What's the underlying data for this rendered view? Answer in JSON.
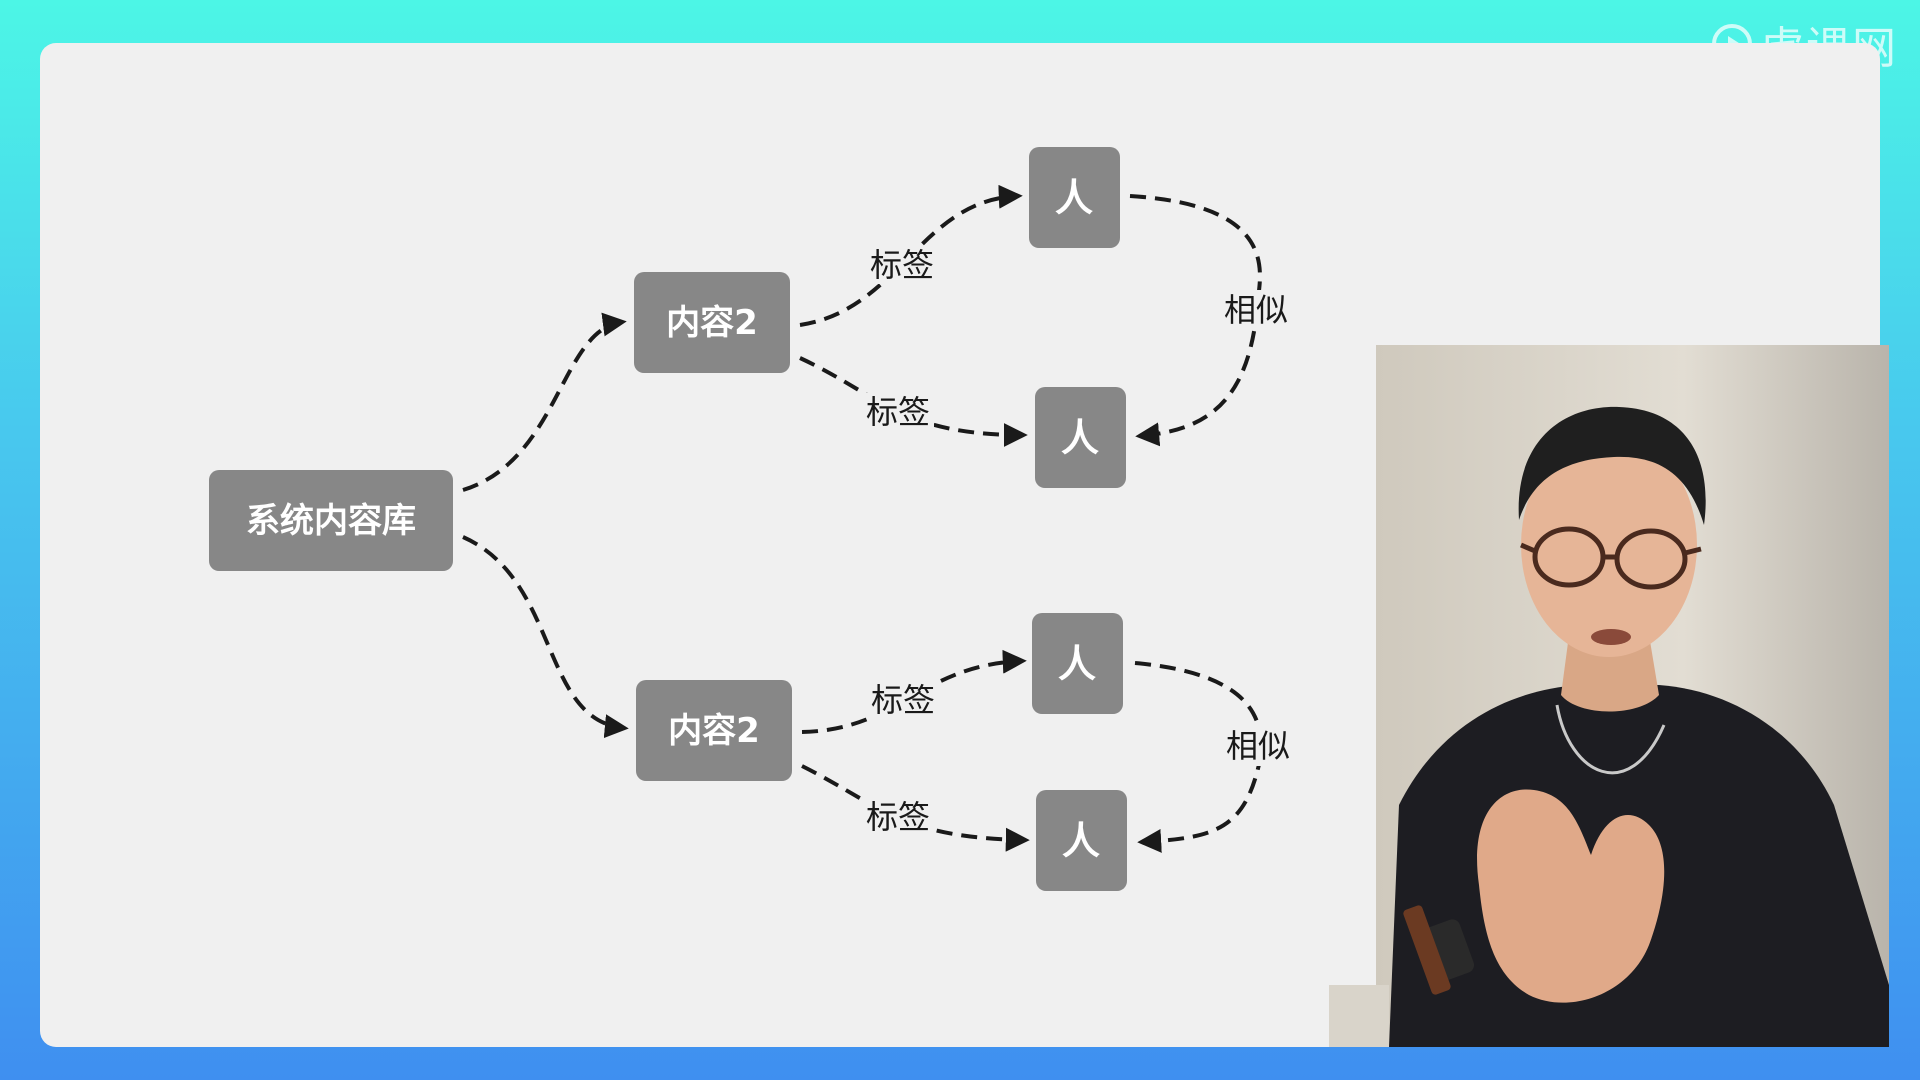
{
  "watermark": {
    "text": "虎课网"
  },
  "diagram": {
    "nodes": {
      "root": "系统内容库",
      "content_top": "内容2",
      "content_bottom": "内容2",
      "person_1": "人",
      "person_2": "人",
      "person_3": "人",
      "person_4": "人"
    },
    "edge_labels": {
      "tag_1": "标签",
      "tag_2": "标签",
      "tag_3": "标签",
      "tag_4": "标签",
      "similar_top": "相似",
      "similar_bottom": "相似"
    }
  },
  "colors": {
    "node_fill": "#878787",
    "stage_bg": "#f0f0f0",
    "frame_top": "#4cf6e6",
    "frame_bottom": "#3f8ff0"
  }
}
